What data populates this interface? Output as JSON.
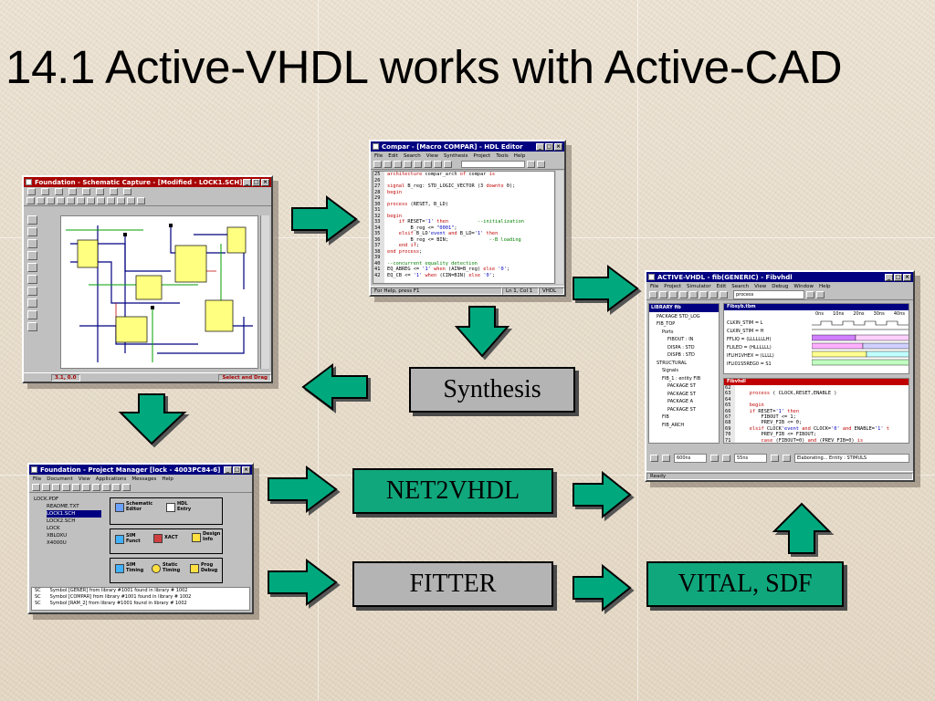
{
  "slide": {
    "title": "14.1 Active-VHDL works with Active-CAD"
  },
  "schematic_window": {
    "title": "Foundation - Schematic Capture - [Modified - LOCK1.SCH]",
    "status_coords": "3.1, 0.0",
    "status_mode": "Select and Drag"
  },
  "hdl_window": {
    "title": "Compar - [Macro COMPAR] - HDL Editor",
    "menu": [
      "File",
      "Edit",
      "Search",
      "View",
      "Synthesis",
      "Project",
      "Tools",
      "Help"
    ],
    "line_numbers": [
      "25",
      "26",
      "27",
      "28",
      "29",
      "30",
      "31",
      "32",
      "33",
      "34",
      "35",
      "36",
      "37",
      "38",
      "39",
      "40",
      "41",
      "42"
    ],
    "status_help": "For Help, press F1",
    "status_pos": "Ln 1, Col 1",
    "status_lang": "VHDL"
  },
  "active_vhdl_window": {
    "title": "ACTIVE-VHDL - fib(GENERIC) - Fibvhdl",
    "menu": [
      "File",
      "Project",
      "Simulator",
      "Edit",
      "Search",
      "View",
      "Debug",
      "Window",
      "Help"
    ],
    "toolbar_field": "process",
    "tree_header": "LIBRARY fib",
    "tree_items": [
      "PACKAGE STD_LOG",
      "FIB_TOP",
      "Ports",
      "FIBOUT : IN",
      "DISPA : STD",
      "DISPB : STD",
      "STRUCTURAL",
      "Signals",
      "FIB_1 : entity FIB",
      "PACKAGE ST",
      "PACKAGE ST",
      "PACKAGE A",
      "PACKAGE ST",
      "FIB",
      "FIB_ARCH"
    ],
    "wave_header": "Fibsyb.tbm",
    "wave_signals": [
      "CLKIN_STIM = L",
      "CLKIN_STIM = H",
      "FFLIQ = (LLLLLLLH)",
      "FLILED = (HLLLLLL)",
      "IFLIH1VHEX = (LLLL)",
      "IFLI01S5REG0 = S1"
    ],
    "wave_time_labels": [
      "0ns",
      "10ns",
      "20ns",
      "30ns",
      "40ns"
    ],
    "editor_header": "Fibvhdl",
    "editor_line_numbers": [
      "62",
      "63",
      "64",
      "65",
      "66",
      "67",
      "68",
      "69",
      "70",
      "71"
    ],
    "bottom_time1": "600ns",
    "bottom_time2": "55ns",
    "bottom_status": "Elaborating... Entity : STIMULS",
    "status_ready": "Ready"
  },
  "project_manager_window": {
    "title": "Foundation - Project Manager [lock - 4003PC84-6]",
    "menu": [
      "File",
      "Document",
      "View",
      "Applications",
      "Messages",
      "Help"
    ],
    "files": [
      "LOCK.PDF",
      "README.TXT",
      "LOCK1.SCH",
      "LOCK2.SCH",
      "LOCK",
      "XBLOXU",
      "X4000U"
    ],
    "selected_file_index": 2,
    "flow_nodes": {
      "schematic": "Schematic Editor",
      "hdl": "HDL Entry",
      "sim_funct": "SIM Funct",
      "xact": "XACT",
      "design_info": "Design Info",
      "sim_timing": "SIM Timing",
      "static_timing": "Static Timing",
      "prog_debug": "Prog Debug"
    },
    "log_rows": [
      {
        "code": "SC",
        "text": "Symbol [GENER] from library #1001 found in library # 1002"
      },
      {
        "code": "SC",
        "text": "Symbol [COMPAR] from library #1001 found in library # 1002"
      },
      {
        "code": "SC",
        "text": "Symbol [RAM_2] from library #1001 found in library # 1002"
      }
    ]
  },
  "labels": {
    "synthesis": "Synthesis",
    "net2vhdl": "NET2VHDL",
    "fitter": "FITTER",
    "vital_sdf": "VITAL, SDF"
  },
  "colors": {
    "arrow_fill": "#00a87e",
    "label_teal": "#11a77c",
    "label_gray": "#b4b4b4",
    "background": "#e7dccb"
  }
}
